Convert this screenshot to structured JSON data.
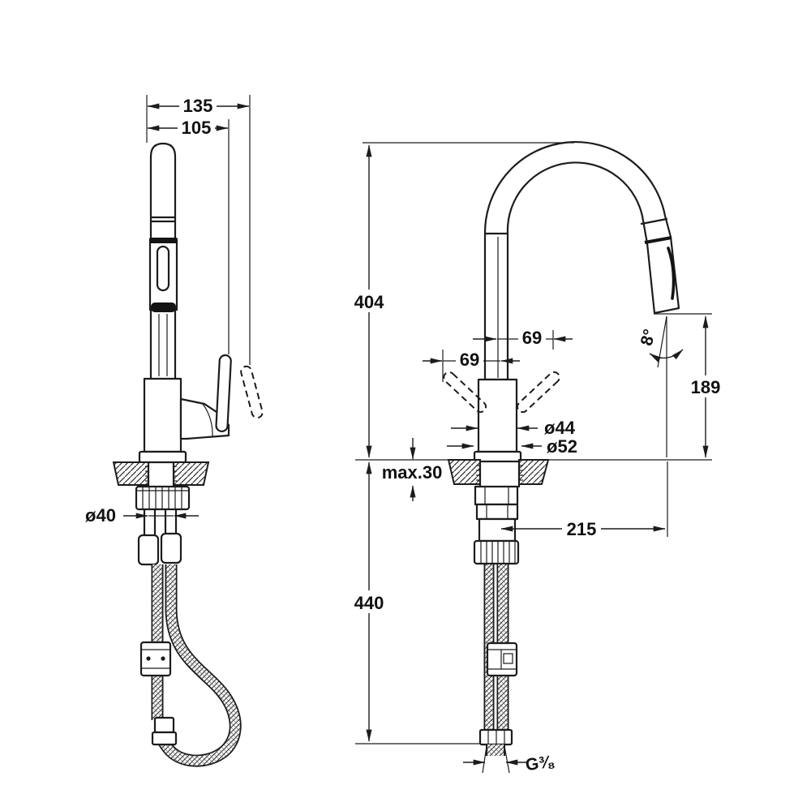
{
  "drawing": {
    "left_view": {
      "dim_width_total": "135",
      "dim_width_handle": "105",
      "dim_shank_diameter": "ø40"
    },
    "right_view": {
      "dim_spout_height": "404",
      "dim_handle_left": "69",
      "dim_handle_right": "69",
      "dim_outlet_height": "189",
      "dim_outlet_angle": "8°",
      "dim_body_diameter": "ø44",
      "dim_base_diameter": "ø52",
      "dim_deck_thickness": "max.30",
      "dim_spout_reach": "215",
      "dim_hose_length": "440",
      "dim_thread_size": "G⅜"
    }
  }
}
